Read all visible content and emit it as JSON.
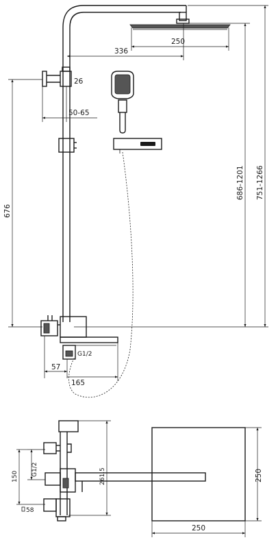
{
  "top_view": {
    "dims": {
      "head_width": "250",
      "arm_reach": "336",
      "wall_clearance": "26",
      "bracket_range": "50-65",
      "bar_height": "676",
      "range_a": "686-1201",
      "range_b": "751-1266",
      "inlet": "G1/2",
      "spout_a": "57",
      "spout_b": "165"
    }
  },
  "bottom_view": {
    "dims": {
      "inlet": "G1/2",
      "center": "150",
      "small": "58",
      "height": "261.5",
      "plate_height": "250",
      "plate_width": "250"
    }
  }
}
